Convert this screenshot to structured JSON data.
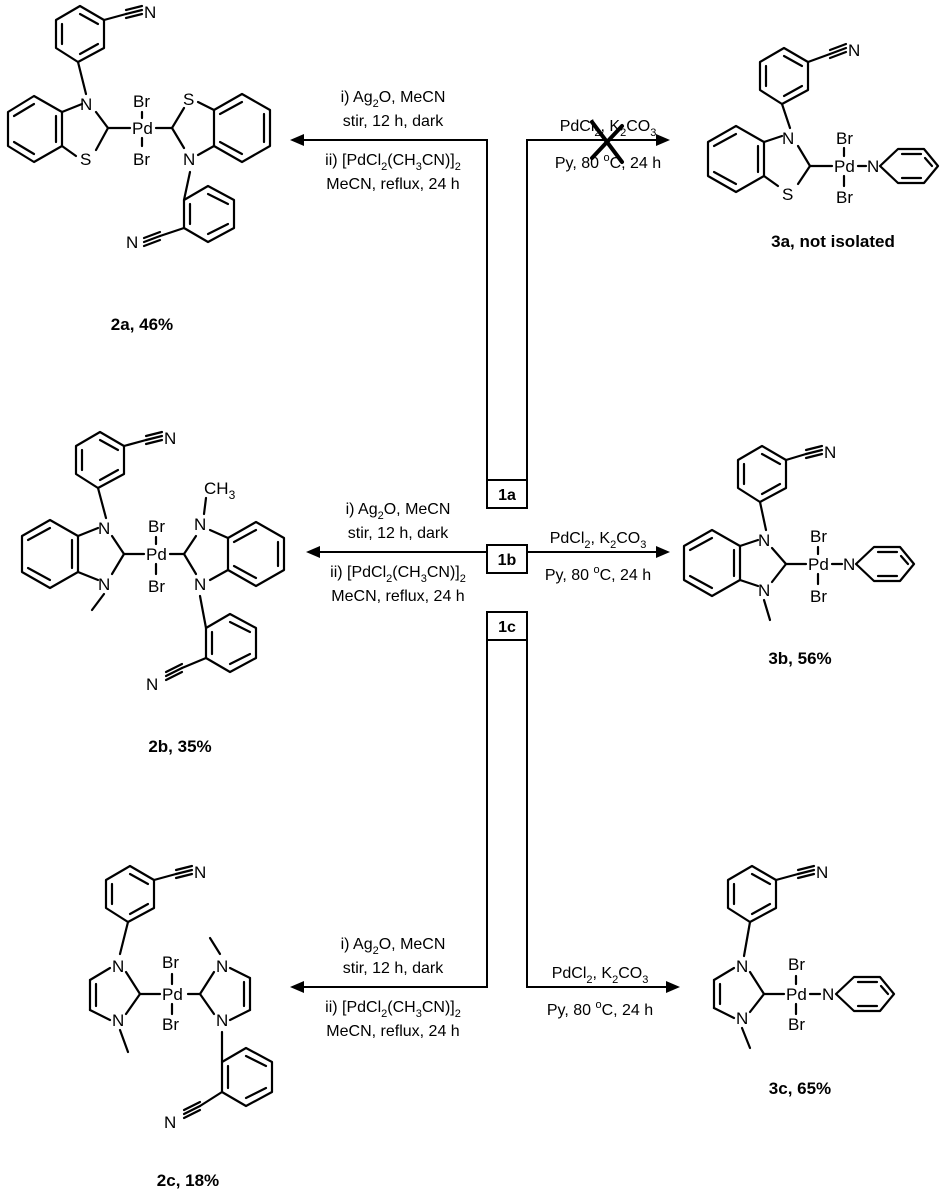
{
  "start": {
    "b1a": "1a",
    "b1b": "1b",
    "b1c": "1c"
  },
  "left_conditions": {
    "line1": "i) Ag",
    "line1_sub": "2",
    "line1_rest": "O, MeCN",
    "line2": "stir, 12 h, dark",
    "line3a": "ii) [PdCl",
    "line3_sub1": "2",
    "line3b": "(CH",
    "line3_sub2": "3",
    "line3c": "CN)]",
    "line3_sub3": "2",
    "line4": "MeCN, reflux, 24 h"
  },
  "right_conditions": {
    "line1a": "PdCl",
    "line1_sub1": "2",
    "line1b": ", K",
    "line1_sub2": "2",
    "line1c": "CO",
    "line1_sub3": "3",
    "line2a": "Py, 80 ",
    "line2_sup": "o",
    "line2b": "C, 24 h"
  },
  "products": {
    "p2a": "2a, 46%",
    "p2b": "2b, 35%",
    "p2c": "2c, 18%",
    "p3a": "3a, not isolated",
    "p3b": "3b, 56%",
    "p3c": "3c, 65%"
  },
  "atoms": {
    "N": "N",
    "S": "S",
    "Br": "Br",
    "Pd": "Pd",
    "CN_N": "N",
    "CH": "CH",
    "CH_sub": "3"
  }
}
